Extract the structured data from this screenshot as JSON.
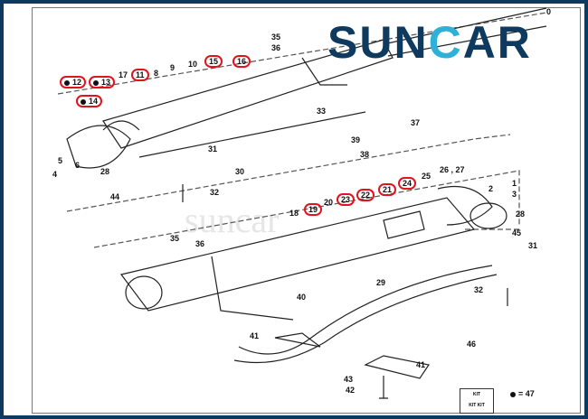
{
  "logo": {
    "part1": "SUN",
    "part2": "C",
    "part3": "AR"
  },
  "watermark": "suncar",
  "callouts": {
    "l35a": "35",
    "l36a": "36",
    "l0": "0",
    "l12": "12",
    "l13": "13",
    "l17": "17",
    "l11": "11",
    "l8": "8",
    "l9": "9",
    "l10": "10",
    "l15": "15",
    "l16": "16",
    "l14": "14",
    "l33": "33",
    "l37": "37",
    "l39": "39",
    "l38": "38",
    "l31a": "31",
    "l30": "30",
    "l5": "5",
    "l6": "6",
    "l4": "4",
    "l28a": "28",
    "l44": "44",
    "l32a": "32",
    "l2627": "26 , 27",
    "l25": "25",
    "l24": "24",
    "l21": "21",
    "l22": "22",
    "l23": "23",
    "l20": "20",
    "l19": "19",
    "l18": "18",
    "l1": "1",
    "l2": "2",
    "l3": "3",
    "l28b": "28",
    "l45": "45",
    "l31b": "31",
    "l35b": "35",
    "l36b": "36",
    "l29": "29",
    "l32b": "32",
    "l40": "40",
    "l46": "46",
    "l41a": "41",
    "l41b": "41",
    "l43": "43",
    "l42": "42"
  },
  "kit": {
    "label": "KIT"
  },
  "legend": "= 47",
  "colors": {
    "navy": "#0d3a5e",
    "cyan": "#2fb0d8",
    "highlight": "#e0141e"
  }
}
